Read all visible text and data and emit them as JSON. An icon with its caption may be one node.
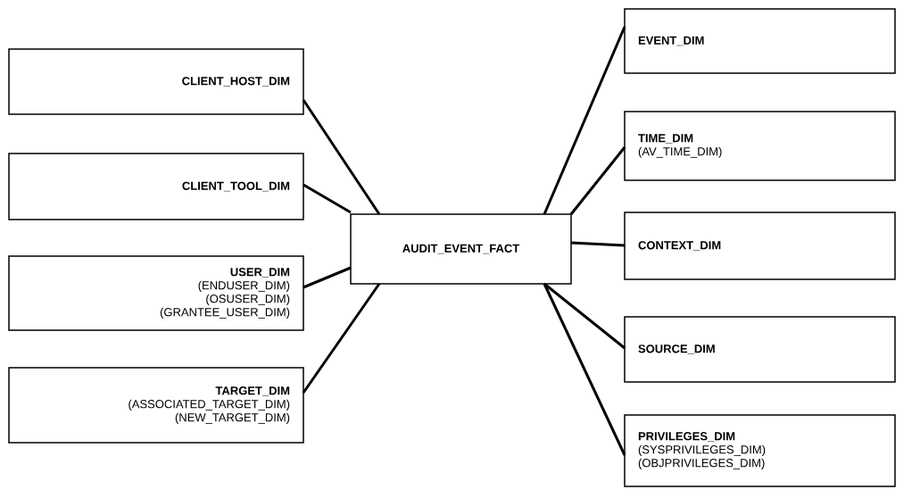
{
  "diagram": {
    "nodes": [
      {
        "text": [
          "CLIENT_HOST_DIM"
        ]
      },
      {
        "text": [
          "CLIENT_TOOL_DIM"
        ]
      },
      {
        "text": [
          "USER_DIM",
          "(ENDUSER_DIM)",
          "(OSUSER_DIM)",
          "(GRANTEE_USER_DIM)"
        ]
      },
      {
        "text": [
          "TARGET_DIM",
          "(ASSOCIATED_TARGET_DIM)",
          "(NEW_TARGET_DIM)"
        ]
      },
      {
        "text": [
          "AUDIT_EVENT_FACT"
        ]
      },
      {
        "text": [
          "EVENT_DIM"
        ]
      },
      {
        "text": [
          "TIME_DIM",
          "(AV_TIME_DIM)"
        ]
      },
      {
        "text": [
          "CONTEXT_DIM"
        ]
      },
      {
        "text": [
          "SOURCE_DIM"
        ]
      },
      {
        "text": [
          "PRIVILEGES_DIM",
          "(SYSPRIVILEGES_DIM)",
          "(OBJPRIVILEGES_DIM)"
        ]
      }
    ],
    "edges": [
      {
        "from": 4,
        "to": 0,
        "arrow": "none"
      },
      {
        "from": 4,
        "to": 1,
        "arrow": "none"
      },
      {
        "from": 4,
        "to": 2,
        "arrow": "none"
      },
      {
        "from": 4,
        "to": 3,
        "arrow": "none"
      },
      {
        "from": 4,
        "to": 5,
        "arrow": "none"
      },
      {
        "from": 4,
        "to": 6,
        "arrow": "none"
      },
      {
        "from": 4,
        "to": 7,
        "arrow": "none"
      },
      {
        "from": 4,
        "to": 8,
        "arrow": "none"
      },
      {
        "from": 4,
        "to": 9,
        "arrow": "none"
      }
    ]
  }
}
